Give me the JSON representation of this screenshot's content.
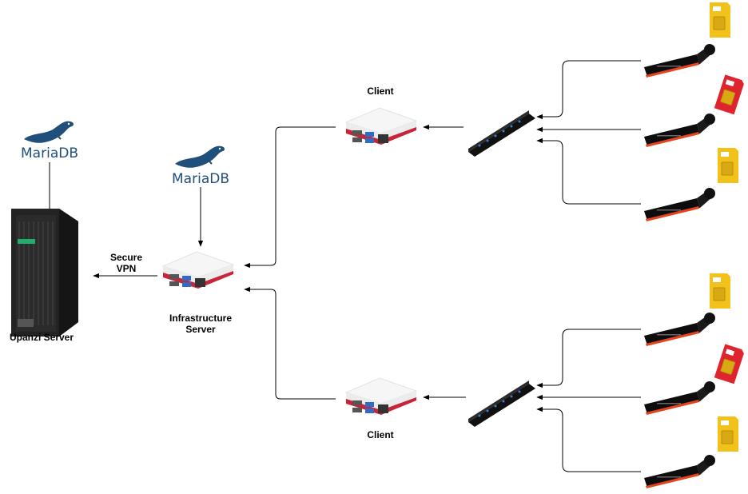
{
  "labels": {
    "mariadb_1": "MariaDB",
    "mariadb_2": "MariaDB",
    "secure_vpn_line1": "Secure",
    "secure_vpn_line2": "VPN",
    "upanzi_server": "Upanzi Server",
    "infra_line1": "Infrastructure",
    "infra_line2": "Server",
    "client_top": "Client",
    "client_bottom": "Client"
  },
  "icons": {
    "database": "mariadb-seal-icon",
    "server": "tower-server-icon",
    "raspberry_pi": "raspberry-pi-case-icon",
    "usb_hub": "usb-hub-icon",
    "modem": "usb-modem-dongle-icon",
    "sim": "sim-card-icon"
  },
  "colors": {
    "mariadb_blue": "#1f4f7a",
    "pi_red": "#c8243a",
    "sim_yellow": "#f2c21b",
    "sim_red": "#e0242d",
    "connector": "#000000"
  }
}
